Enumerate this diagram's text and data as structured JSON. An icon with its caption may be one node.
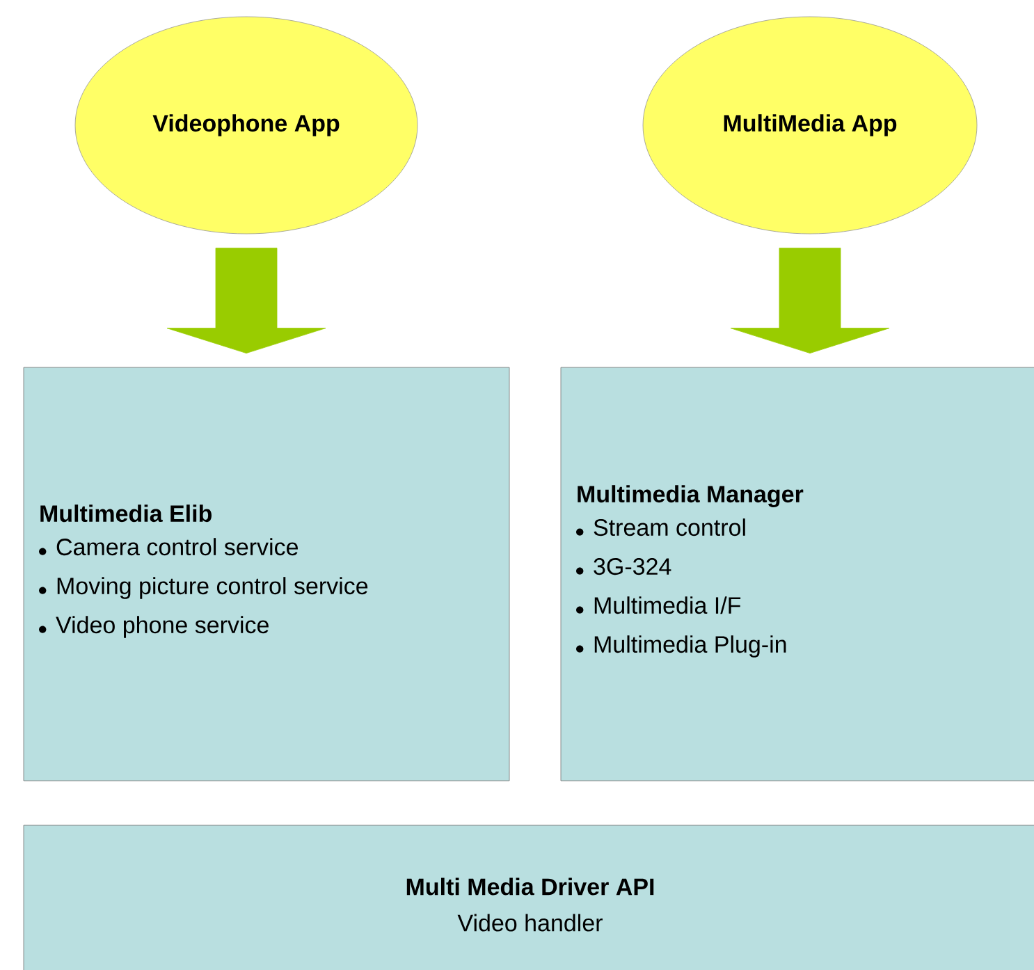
{
  "diagram": {
    "nodes": [
      {
        "text": [
          "Videophone App"
        ]
      },
      {
        "text": [
          "MultiMedia App"
        ]
      },
      {
        "text": [
          "Multimedia Elib",
          "Camera control service",
          "Moving picture control service",
          "Video phone service"
        ]
      },
      {
        "text": [
          "Multimedia Manager",
          "Stream control",
          "3G-324",
          "Multimedia I/F",
          "Multimedia Plug-in"
        ]
      },
      {
        "text": [
          "Multi Media Driver API",
          "Video handler"
        ]
      }
    ],
    "edges": [
      {
        "from": 0,
        "to": 2,
        "arrow": "to"
      },
      {
        "from": 1,
        "to": 3,
        "arrow": "to"
      }
    ]
  }
}
